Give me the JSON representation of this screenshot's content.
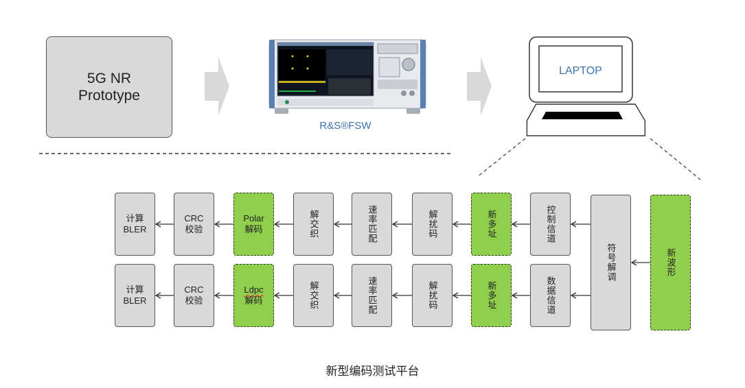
{
  "top_flow": {
    "prototype_label_line1": "5G NR",
    "prototype_label_line2": "Prototype",
    "instrument_label": "R&S®FSW",
    "laptop_label": "LAPTOP"
  },
  "blocks": {
    "row_control": [
      {
        "id": "bler",
        "text": "计算 BLER",
        "style": "gray"
      },
      {
        "id": "crc",
        "text": "CRC 校验",
        "style": "gray"
      },
      {
        "id": "decoder",
        "text": "Polar 解码",
        "style": "green"
      },
      {
        "id": "deinterleave",
        "text": "解交织",
        "style": "gray"
      },
      {
        "id": "rate-match",
        "text": "速率匹配",
        "style": "gray"
      },
      {
        "id": "descramble",
        "text": "解扰码",
        "style": "gray"
      },
      {
        "id": "multiple-access",
        "text": "新多址",
        "style": "green"
      },
      {
        "id": "channel",
        "text": "控制信道",
        "style": "gray"
      }
    ],
    "row_data": [
      {
        "id": "bler",
        "text": "计算 BLER",
        "style": "gray"
      },
      {
        "id": "crc",
        "text": "CRC 校验",
        "style": "gray"
      },
      {
        "id": "decoder",
        "text": "Ldpc 解码",
        "style": "green"
      },
      {
        "id": "deinterleave",
        "text": "解交织",
        "style": "gray"
      },
      {
        "id": "rate-match",
        "text": "速率匹配",
        "style": "gray"
      },
      {
        "id": "descramble",
        "text": "解扰码",
        "style": "gray"
      },
      {
        "id": "multiple-access",
        "text": "新多址",
        "style": "green"
      },
      {
        "id": "channel",
        "text": "数据信道",
        "style": "gray"
      }
    ],
    "demod": {
      "text": "符号解调",
      "style": "gray"
    },
    "waveform": {
      "text": "新波形",
      "style": "green"
    }
  },
  "labels": {
    "bler_l1": "计算",
    "bler_l2": "BLER",
    "crc_l1": "CRC",
    "crc_l2": "校验",
    "polar_l1": "Polar",
    "polar_l2": "解码",
    "ldpc_l1": "Ldpc",
    "ldpc_l2": "解码",
    "deinterleave": "解交织",
    "rate_match": "速率匹配",
    "descramble": "解扰码",
    "new_ma": "新多址",
    "control_channel": "控制信道",
    "data_channel": "数据信道",
    "demod": "符号解调",
    "waveform": "新波形"
  },
  "caption": "新型编码测试平台",
  "colors": {
    "gray_box": "#d9d9d9",
    "green_box": "#8fcf4c",
    "accent_blue": "#3d72b0",
    "big_arrow": "#d9d9d9"
  }
}
